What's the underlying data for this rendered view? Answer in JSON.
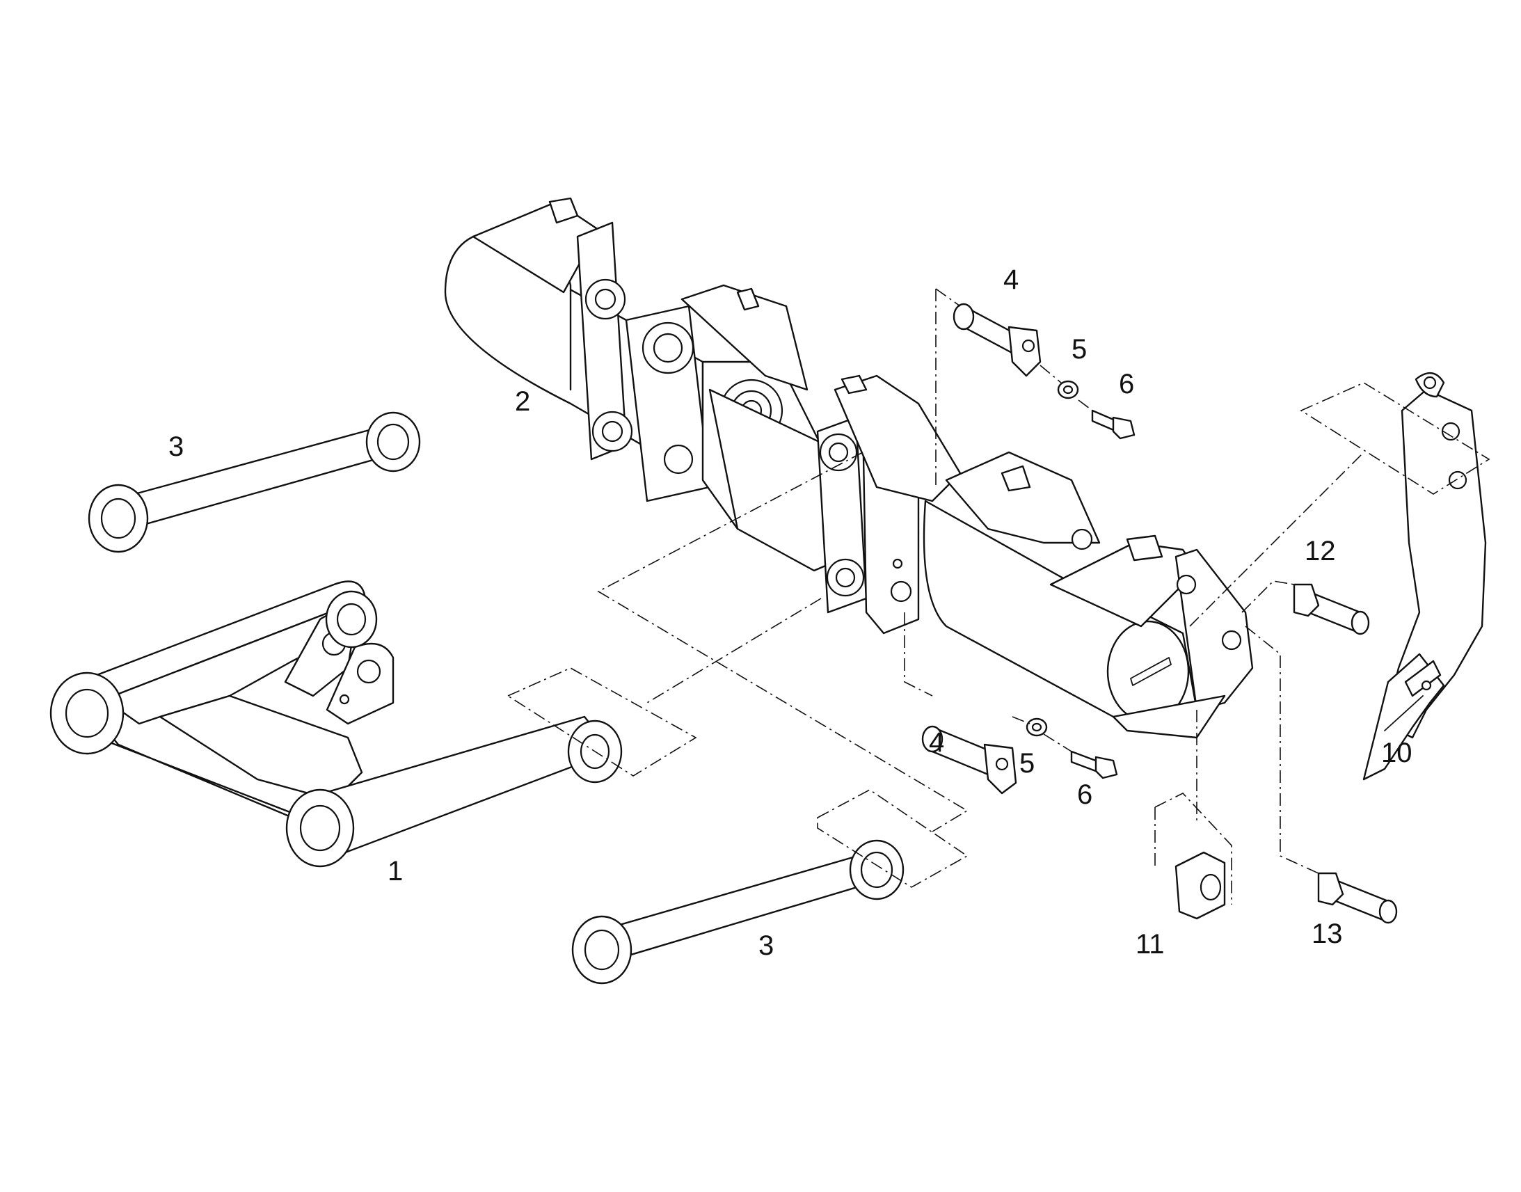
{
  "callouts": [
    {
      "id": "label-1",
      "text": "1"
    },
    {
      "id": "label-2",
      "text": "2"
    },
    {
      "id": "label-3a",
      "text": "3"
    },
    {
      "id": "label-3b",
      "text": "3"
    },
    {
      "id": "label-4a",
      "text": "4"
    },
    {
      "id": "label-4b",
      "text": "4"
    },
    {
      "id": "label-5a",
      "text": "5"
    },
    {
      "id": "label-5b",
      "text": "5"
    },
    {
      "id": "label-6a",
      "text": "6"
    },
    {
      "id": "label-6b",
      "text": "6"
    },
    {
      "id": "label-10",
      "text": "10"
    },
    {
      "id": "label-11",
      "text": "11"
    },
    {
      "id": "label-12",
      "text": "12"
    },
    {
      "id": "label-13",
      "text": "13"
    }
  ],
  "colors": {
    "line": "#111111",
    "background": "#ffffff"
  }
}
